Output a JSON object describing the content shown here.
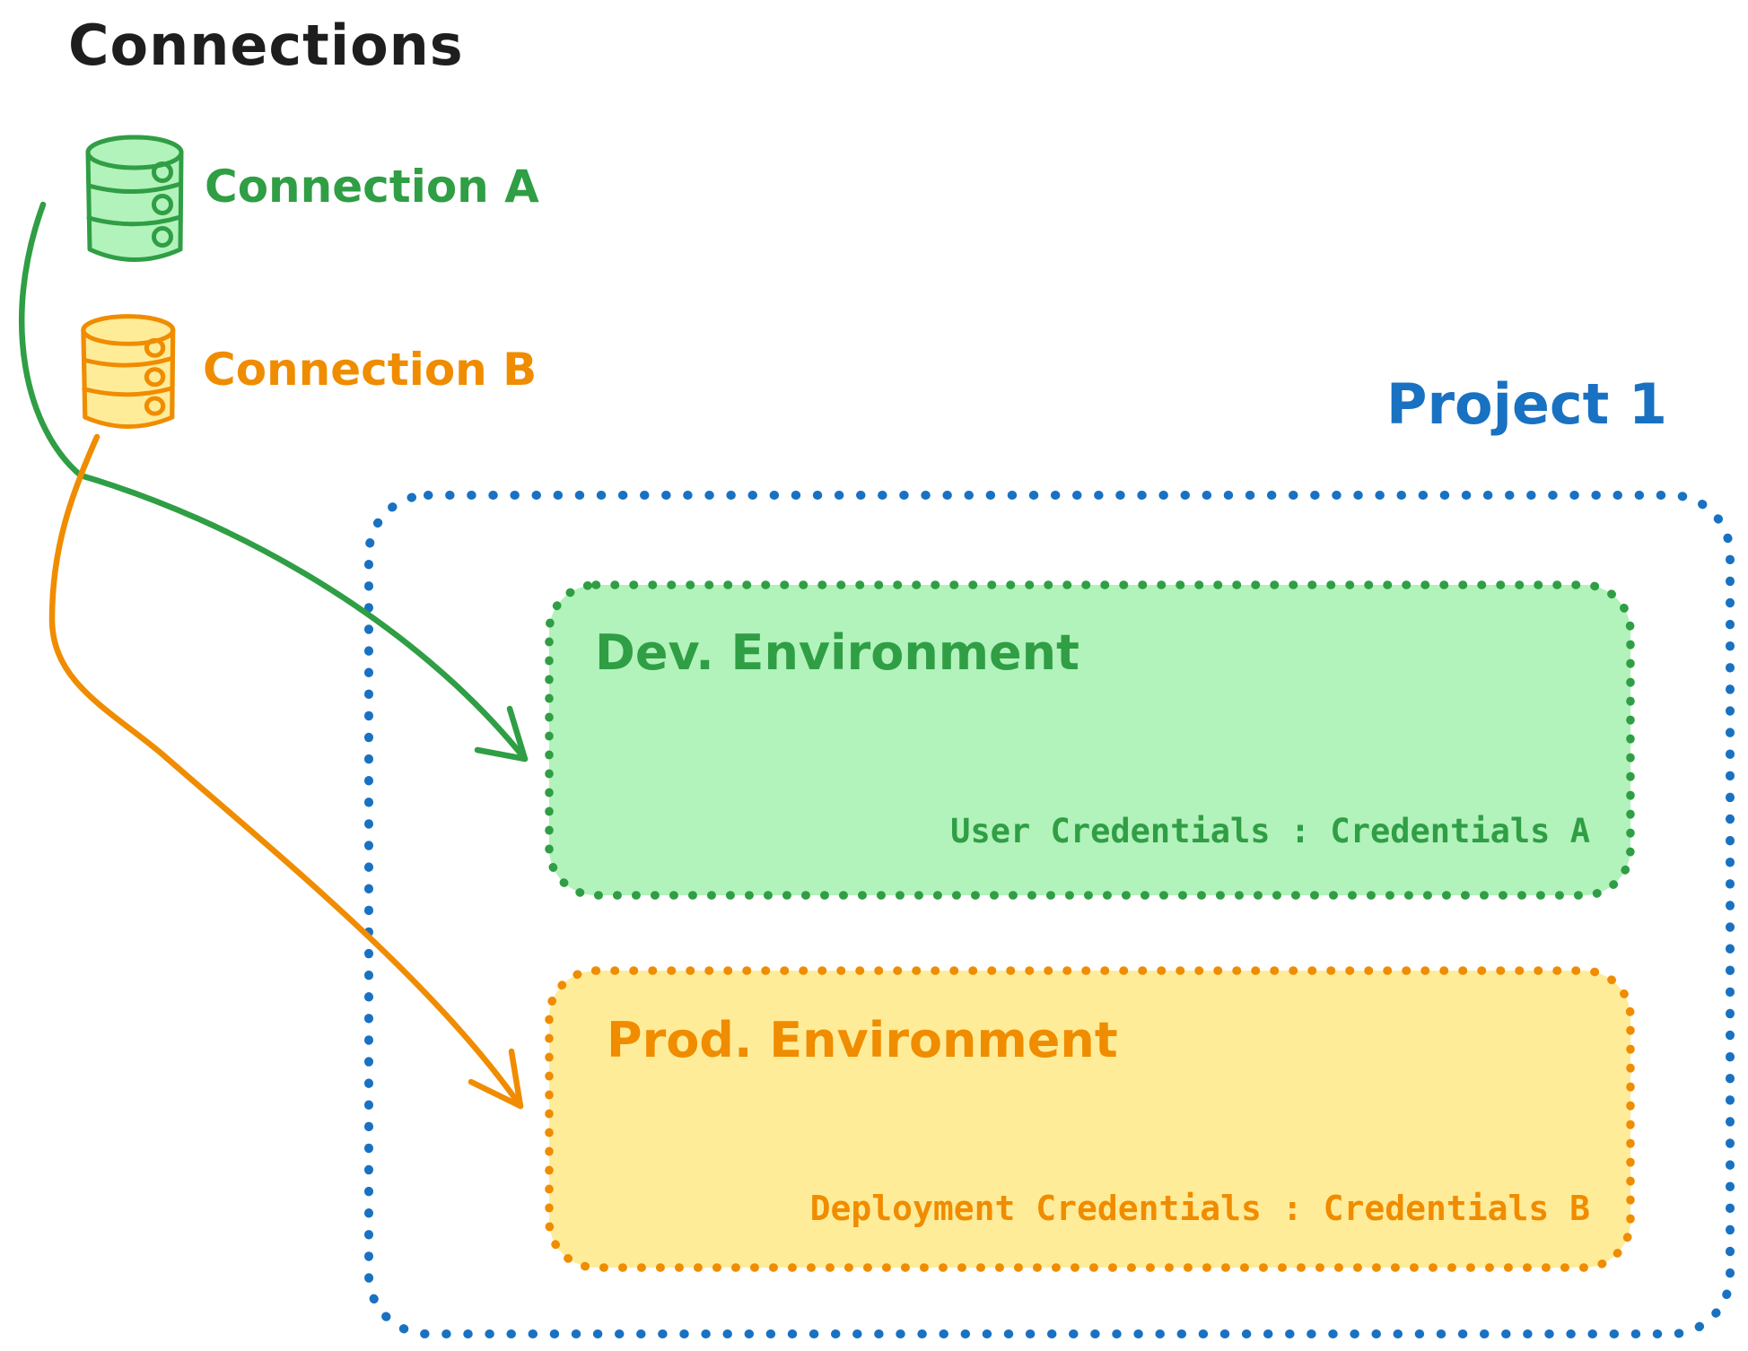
{
  "diagram_title": "Connections",
  "colors": {
    "black": "#1e1e1e",
    "blue": "#1971c2",
    "green": "#2f9e44",
    "green_fill": "#b2f2bb",
    "orange": "#f08c00",
    "orange_fill": "#ffec99",
    "background": "#ffffff"
  },
  "connections_panel": {
    "title": "Connections",
    "items": [
      {
        "label": "Connection A",
        "icon": "database-icon",
        "color": "#2f9e44"
      },
      {
        "label": "Connection B",
        "icon": "database-icon",
        "color": "#f08c00"
      }
    ]
  },
  "project": {
    "title": "Project 1",
    "environments": [
      {
        "name": "Dev. Environment",
        "credentials_label": "User Credentials : Credentials A"
      },
      {
        "name": "Prod. Environment",
        "credentials_label": "Deployment Credentials : Credentials B"
      }
    ]
  },
  "arrows": [
    {
      "from": "Connection A",
      "to": "Dev. Environment",
      "color": "#2f9e44"
    },
    {
      "from": "Connection B",
      "to": "Prod. Environment",
      "color": "#f08c00"
    }
  ]
}
